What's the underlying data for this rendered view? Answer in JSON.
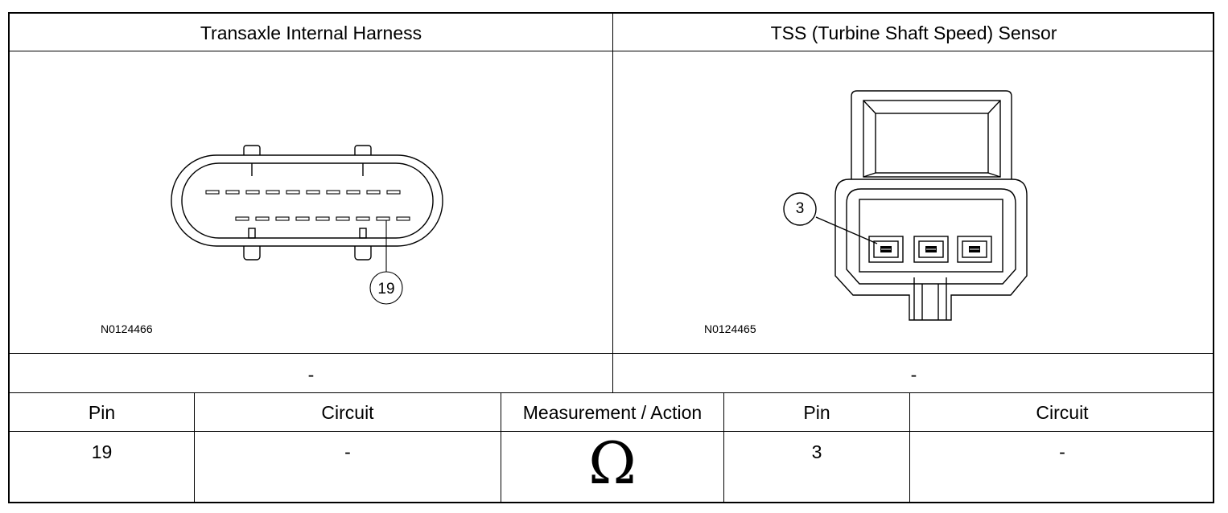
{
  "top_headers": {
    "left": "Transaxle Internal Harness",
    "right": "TSS (Turbine Shaft Speed) Sensor"
  },
  "figures": {
    "left": {
      "callout": "19",
      "figure_id": "N0124466"
    },
    "right": {
      "callout": "3",
      "figure_id": "N0124465"
    }
  },
  "connector_labels": {
    "left": "-",
    "right": "-"
  },
  "table": {
    "headers": [
      "Pin",
      "Circuit",
      "Measurement / Action",
      "Pin",
      "Circuit"
    ],
    "row": [
      "19",
      "-",
      "Ω",
      "3",
      "-"
    ]
  }
}
